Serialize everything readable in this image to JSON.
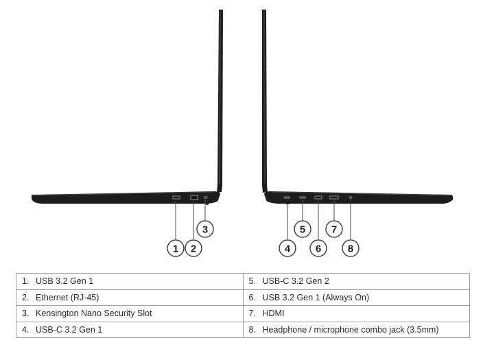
{
  "callouts": [
    {
      "number": "1",
      "side": "left"
    },
    {
      "number": "2",
      "side": "left"
    },
    {
      "number": "3",
      "side": "left"
    },
    {
      "number": "4",
      "side": "right"
    },
    {
      "number": "5",
      "side": "right"
    },
    {
      "number": "6",
      "side": "right"
    },
    {
      "number": "7",
      "side": "right"
    },
    {
      "number": "8",
      "side": "right"
    }
  ],
  "ports": [
    {
      "number": "1.",
      "label": "USB 3.2 Gen 1"
    },
    {
      "number": "2.",
      "label": "Ethernet (RJ-45)"
    },
    {
      "number": "3.",
      "label": "Kensington Nano Security Slot"
    },
    {
      "number": "4.",
      "label": "USB-C 3.2 Gen 1"
    },
    {
      "number": "5.",
      "label": "USB-C 3.2 Gen 2"
    },
    {
      "number": "6.",
      "label": "USB 3.2 Gen 1 (Always On)"
    },
    {
      "number": "7.",
      "label": "HDMI"
    },
    {
      "number": "8.",
      "label": "Headphone / microphone combo jack (3.5mm)"
    }
  ],
  "colors": {
    "laptop": "#1d1d1f",
    "laptop_edge": "#3a3a3c",
    "callout_line": "#4a4a4a",
    "table_border": "#9a9a9a"
  }
}
